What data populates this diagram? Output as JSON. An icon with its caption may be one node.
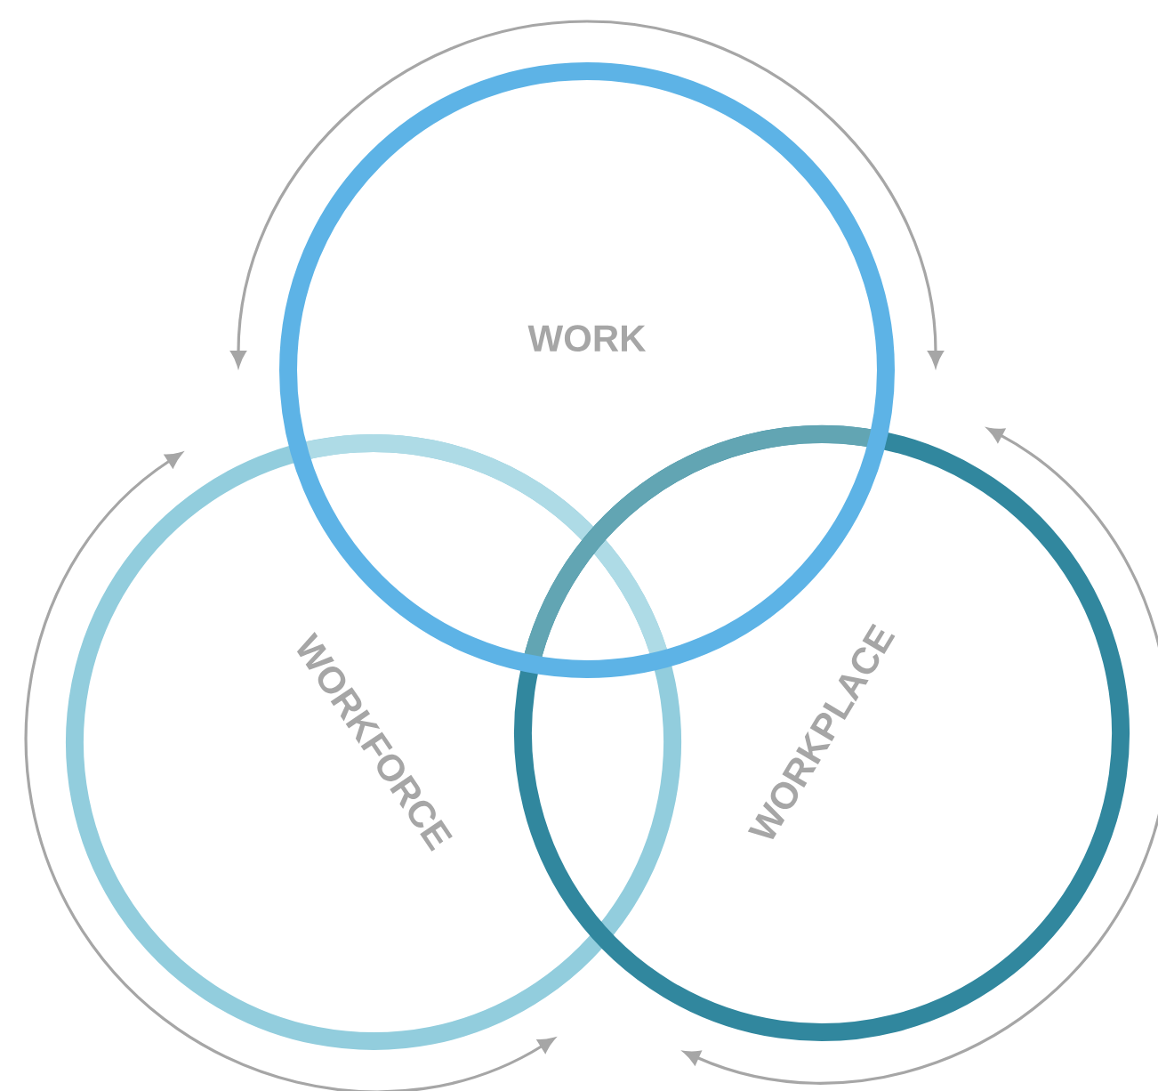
{
  "diagram": {
    "nodes": [
      {
        "text": [
          "WORK"
        ]
      },
      {
        "text": [
          "WORKFORCE"
        ]
      },
      {
        "text": [
          "WORKPLACE"
        ]
      }
    ]
  }
}
